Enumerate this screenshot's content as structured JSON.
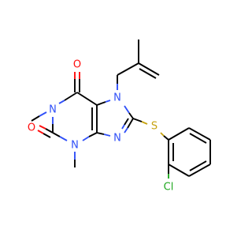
{
  "molecule": {
    "atoms": [
      {
        "id": "o1",
        "symbol": "O",
        "color": "#ff0d0d"
      },
      {
        "id": "o2",
        "symbol": "O",
        "color": "#ff0d0d"
      },
      {
        "id": "n1",
        "symbol": "N",
        "color": "#3050f8"
      },
      {
        "id": "n3",
        "symbol": "N",
        "color": "#3050f8"
      },
      {
        "id": "n7",
        "symbol": "N",
        "color": "#3050f8"
      },
      {
        "id": "n9",
        "symbol": "N",
        "color": "#3050f8"
      },
      {
        "id": "s",
        "symbol": "S",
        "color": "#c6a210"
      },
      {
        "id": "cl",
        "symbol": "Cl",
        "color": "#1fa81f"
      }
    ]
  }
}
